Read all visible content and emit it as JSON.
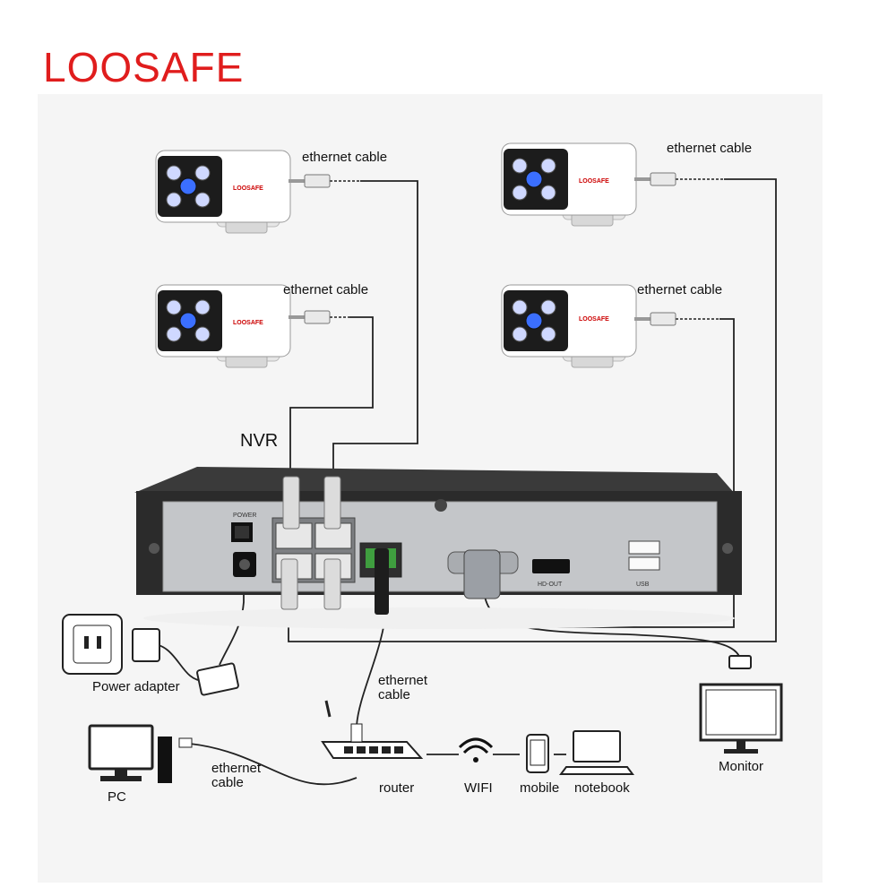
{
  "brand": "LOOSAFE",
  "camera_brand": "LOOSAFE",
  "labels": {
    "ethernet_cable": "ethernet cable",
    "nvr": "NVR",
    "power_adapter": "Power adapter",
    "ethernet": "ethernet",
    "cable": "cable",
    "pc": "PC",
    "router": "router",
    "wifi": "WIFI",
    "mobile": "mobile",
    "notebook": "notebook",
    "monitor": "Monitor"
  },
  "nvr_panel": {
    "power": "POWER",
    "hd_out": "HD-OUT",
    "usb": "USB"
  },
  "colors": {
    "brand": "#e01d1d",
    "nvr_body": "#2b2b2b",
    "nvr_panel": "#c4c6c9"
  }
}
